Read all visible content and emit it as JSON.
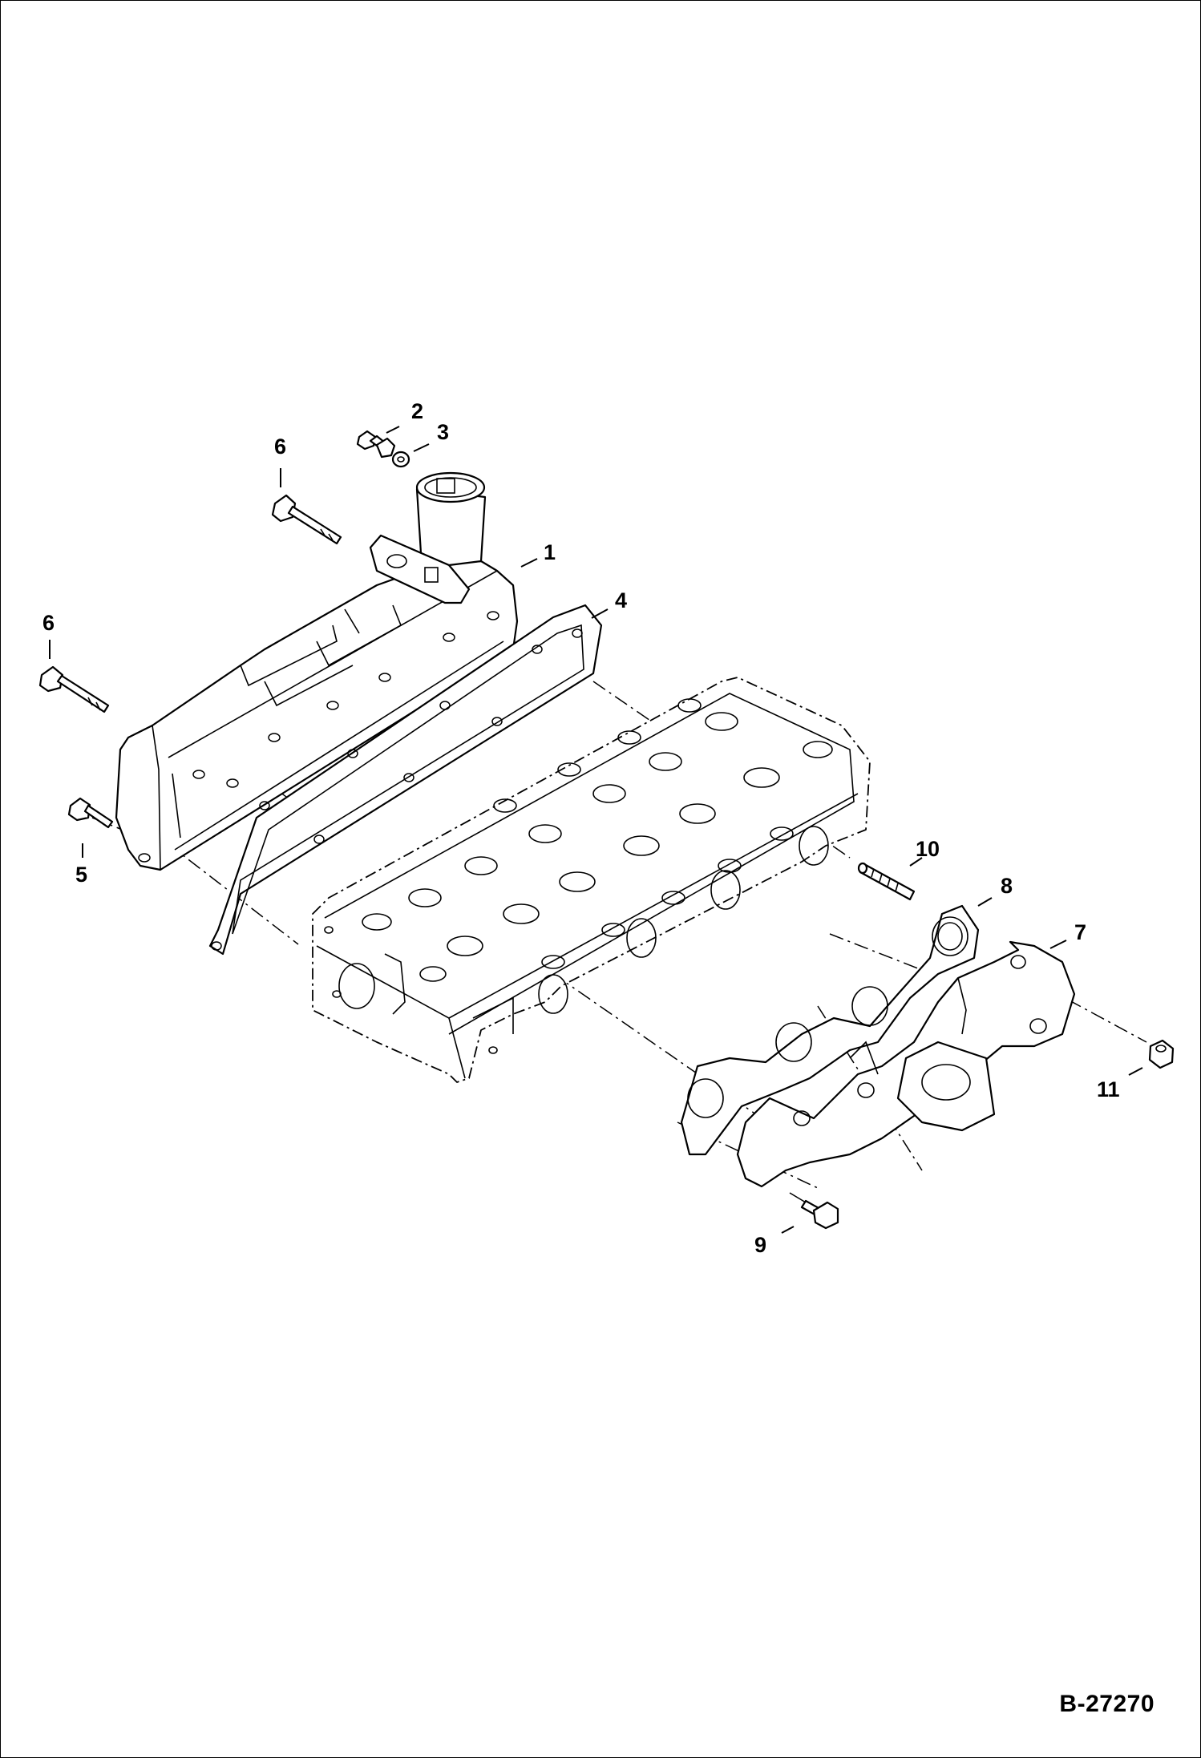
{
  "document_id": "B-27270",
  "callouts": [
    {
      "id": "c1",
      "label": "1"
    },
    {
      "id": "c2",
      "label": "2"
    },
    {
      "id": "c3",
      "label": "3"
    },
    {
      "id": "c4",
      "label": "4"
    },
    {
      "id": "c5",
      "label": "5"
    },
    {
      "id": "c6a",
      "label": "6"
    },
    {
      "id": "c6b",
      "label": "6"
    },
    {
      "id": "c7",
      "label": "7"
    },
    {
      "id": "c8",
      "label": "8"
    },
    {
      "id": "c9",
      "label": "9"
    },
    {
      "id": "c10",
      "label": "10"
    },
    {
      "id": "c11",
      "label": "11"
    }
  ]
}
